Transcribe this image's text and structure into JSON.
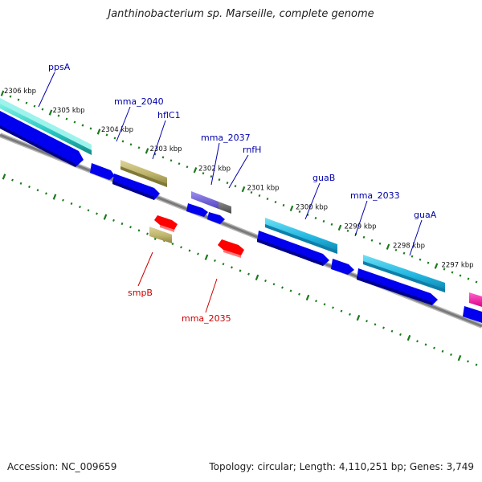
{
  "title": "Janthinobacterium sp. Marseille, complete genome",
  "footer": {
    "accession": "Accession: NC_009659",
    "summary": "Topology: circular; Length: 4,110,251 bp; Genes: 3,749"
  },
  "colors": {
    "gene_label_forward": "#0000aa",
    "gene_label_reverse": "#cc0000",
    "tick": "#1a7a1a",
    "backbone": "#808080",
    "cds": "#0000ee"
  },
  "scale_labels": [
    "2306 kbp",
    "2305 kbp",
    "2304 kbp",
    "2303 kbp",
    "2302 kbp",
    "2301 kbp",
    "2300 kbp",
    "2299 kbp",
    "2298 kbp",
    "2297 kbp"
  ],
  "gene_labels_top": [
    "ppsA",
    "mma_2040",
    "hflC1",
    "mma_2037",
    "rnfH",
    "guaB",
    "mma_2033",
    "guaA"
  ],
  "gene_labels_bottom": [
    "smpB",
    "mma_2035"
  ]
}
